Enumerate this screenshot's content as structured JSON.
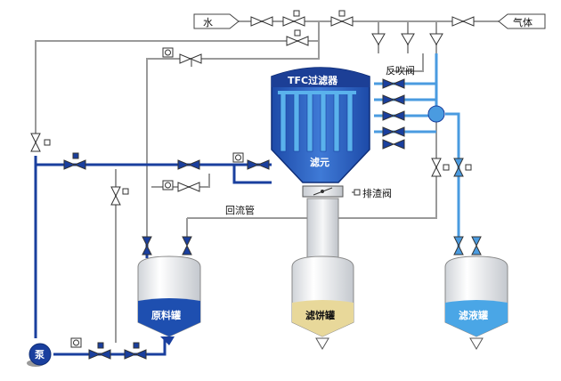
{
  "inputs": {
    "water": "水",
    "gas": "气体"
  },
  "filter": {
    "title": "TFC过滤器",
    "element": "滤元"
  },
  "labels": {
    "backflush_valve": "反吹阀",
    "slag_valve": "排渣阀",
    "return_pipe": "回流管"
  },
  "tanks": {
    "raw": "原料罐",
    "cake": "滤饼罐",
    "filtrate": "滤液罐"
  },
  "pump": "泵",
  "colors": {
    "process": "#1a3f9e",
    "filtrate": "#4a9be0",
    "filter_body": "#2a5fc0",
    "element_tube": "#5ab2ec",
    "raw_liquid": "#1e4fb0",
    "cake_fill": "#e8d89a",
    "filtrate_liquid": "#4aa6e6",
    "utility_line": "#9a9a9a"
  }
}
